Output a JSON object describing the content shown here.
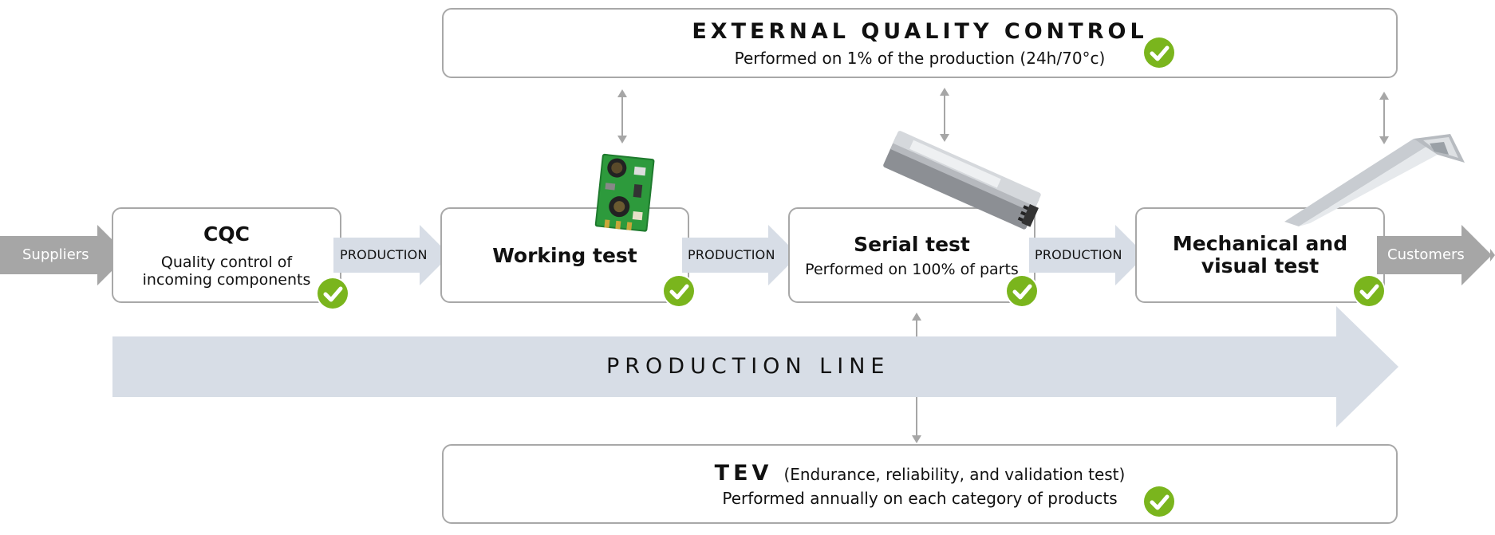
{
  "external_qc": {
    "title": "EXTERNAL QUALITY CONTROL",
    "subtitle": "Performed on 1% of the production (24h/70°c)"
  },
  "flow": {
    "suppliers": "Suppliers",
    "customers": "Customers",
    "connector_label": "PRODUCTION"
  },
  "stages": [
    {
      "title": "CQC",
      "line1": "Quality control of",
      "line2": "incoming components"
    },
    {
      "title": "Working test"
    },
    {
      "title": "Serial test",
      "line1": "Performed on 100% of parts"
    },
    {
      "title_line1": "Mechanical and",
      "title_line2": "visual test"
    }
  ],
  "production_line": {
    "label": "PRODUCTION LINE"
  },
  "tev": {
    "title": "TEV",
    "subtitle": "(Endurance, reliability, and validation test)",
    "line2": "Performed annually on each category of products"
  },
  "colors": {
    "check_green": "#7ab51d",
    "gray_arrow": "#a6a6a6",
    "light_arrow": "#d7dde6",
    "border": "#a8a8a8"
  },
  "icons": [
    "check-icon",
    "circuit-board-image",
    "led-driver-image",
    "light-fixture-image",
    "double-arrow-icon"
  ]
}
